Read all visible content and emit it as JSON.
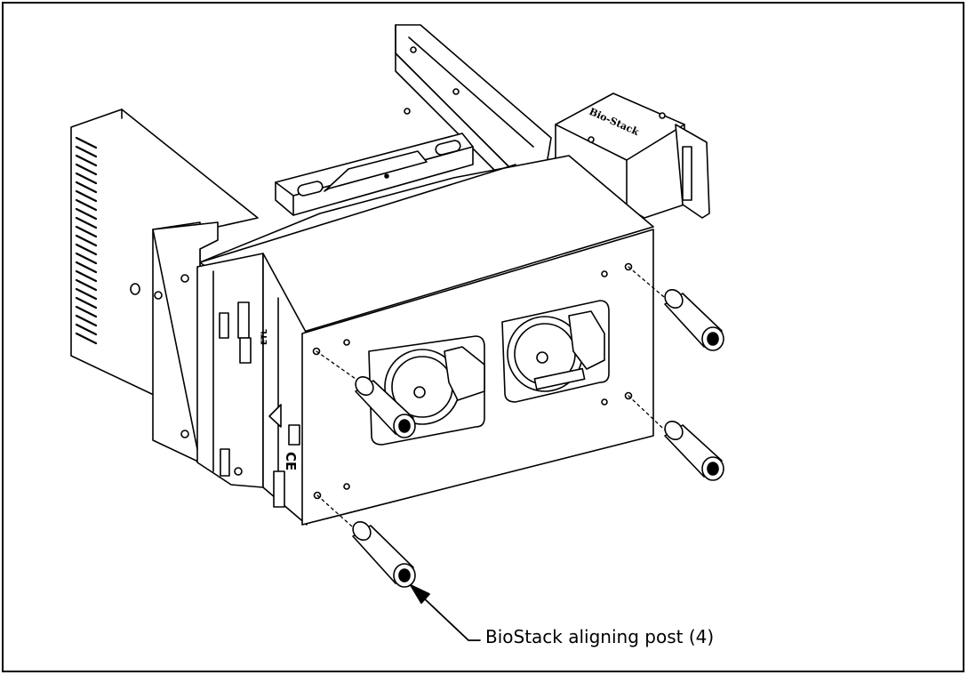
{
  "figure": {
    "callout": {
      "label": "BioStack aligning post (4)"
    },
    "module_label": "Bio-Stack",
    "panel_marks": [
      "ETL",
      "CE"
    ]
  }
}
